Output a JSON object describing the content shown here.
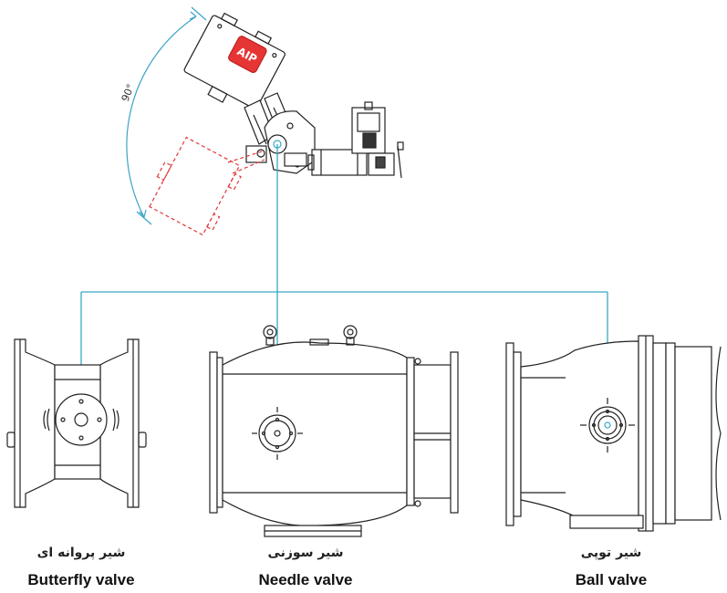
{
  "diagram": {
    "angle_label": "90°",
    "logo_text": "AIP",
    "colors": {
      "line": "#222222",
      "connector": "#37a9c4",
      "rotation": "#3aa3c9",
      "alt_position": "#e0363a",
      "logo": "#e63535"
    }
  },
  "valves": [
    {
      "name_fa": "شیر پروانه ای",
      "name_en": "Butterfly valve"
    },
    {
      "name_fa": "شیر سوزنی",
      "name_en": "Needle valve"
    },
    {
      "name_fa": "شیر توپی",
      "name_en": "Ball valve"
    }
  ]
}
